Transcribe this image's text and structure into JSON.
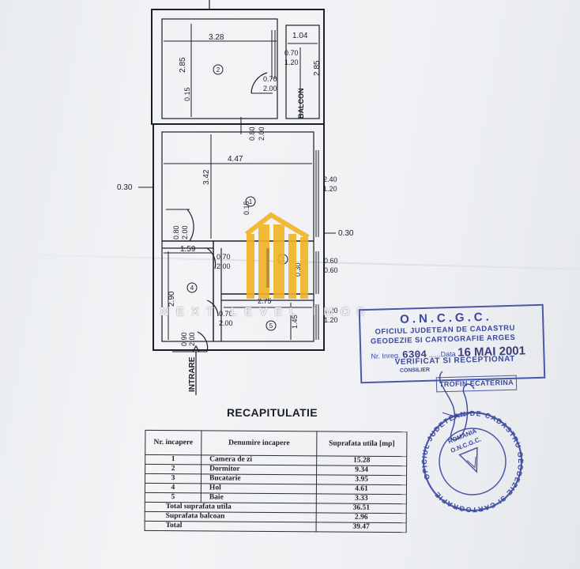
{
  "plan": {
    "dims": {
      "top_width": "3.28",
      "balcony_width": "1.04",
      "room2_height": "2.85",
      "room2_offset": "0.15",
      "balcony_height": "2.85",
      "balcony_window_top": "0.70",
      "balcony_window_bottom": "1.20",
      "door2_top": "0.70",
      "door2_bottom": "2.00",
      "balcony_label": "BALCON",
      "door_b_top": "0.80",
      "door_b_bottom": "2.00",
      "living_width": "4.47",
      "living_height": "3.42",
      "left_wall": "0.30",
      "window_top": "2.40",
      "window_bottom": "1.20",
      "wall_015": "0.15",
      "right_wall": "0.30",
      "door_h_top": "0.80",
      "door_h_bottom": "2.00",
      "hol_width": "1.59",
      "door3_top": "0.70",
      "door3_bottom": "2.00",
      "dim_030_mid": "0.30",
      "win2_top": "0.60",
      "win2_bottom": "0.60",
      "hol_height": "2.90",
      "bath_width": "2.75",
      "door5_top": "0.70",
      "door5_bottom": "2.00",
      "bath_height": "1.45",
      "win3_top": "1.20",
      "win3_bottom": "1.20",
      "entry_door_top": "0.90",
      "entry_door_bottom": "2.00",
      "entrance_label": "INTRARE",
      "room_labels": [
        "2",
        "1",
        "3",
        "4",
        "5"
      ]
    },
    "watermark": "NEXT LEVEL IMOB"
  },
  "recap": {
    "title": "RECAPITULATIE",
    "headers": [
      "Nr. incapere",
      "Denumire incapere",
      "Suprafata utila [mp]"
    ],
    "rows": [
      {
        "nr": "1",
        "name": "Camera de zi",
        "area": "15.28"
      },
      {
        "nr": "2",
        "name": "Dormitor",
        "area": "9.34"
      },
      {
        "nr": "3",
        "name": "Bucatarie",
        "area": "3.95"
      },
      {
        "nr": "4",
        "name": "Hol",
        "area": "4.61"
      },
      {
        "nr": "5",
        "name": "Baie",
        "area": "3.33"
      }
    ],
    "totals": [
      {
        "label": "Total suprafata utila",
        "value": "36.51"
      },
      {
        "label": "Suprafata balcoan",
        "value": "2.96"
      },
      {
        "label": "Total",
        "value": "39.47"
      }
    ]
  },
  "stamp": {
    "heading": "O.N.C.G.C.",
    "line1": "OFICIUL JUDETEAN DE CADASTRU",
    "line2": "GEODEZIE SI CARTOGRAFIE ARGES",
    "nr_label": "Nr. Inreg.",
    "nr_value": "6304",
    "data_label": "......Data",
    "date_value": "16 MAI 2001",
    "line4": "VERIFICAT SI RECEPTIONAT",
    "consilier_label": "CONSILIER",
    "consilier_name": "TROFIN ECATERINA",
    "seal_top": "ROMANIA",
    "seal_ring": "OFICIUL JUDETEAN DE CADASTRU GEODEZIE SI CARTOGRAFIE",
    "seal_center": "O.N.C.G.C."
  },
  "colors": {
    "ink": "#1d1f26",
    "stamp_blue": "#4b58a8",
    "watermark_gold": "#f2b21f",
    "paper": "#eef0f2"
  }
}
